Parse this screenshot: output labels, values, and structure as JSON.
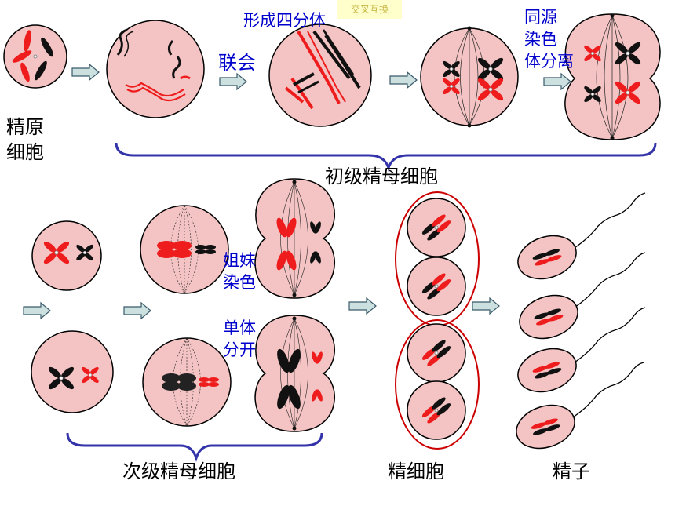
{
  "labels": {
    "spermatogonium": [
      "精原",
      "细胞"
    ],
    "primary_spermatocyte": "初级精母细胞",
    "secondary_spermatocyte": "次级精母细胞",
    "spermatid": "精细胞",
    "sperm": "精子",
    "synapsis": "联会",
    "tetrad": "形成四分体",
    "crossing_over_note": "交叉互换",
    "homolog_separation": [
      "同源",
      "染色",
      "体分离"
    ],
    "sister_separation": [
      "姐妹",
      "染色",
      "单体",
      "分开"
    ]
  },
  "colors": {
    "cell_fill": "#f4c4c4",
    "cell_stroke": "#000000",
    "chrom_red": "#ee1c1c",
    "chrom_black": "#111111",
    "arrow_fill": "#cde0e0",
    "arrow_stroke": "#3a5a6a",
    "brace": "#3333aa",
    "ellipse": "#cc0000",
    "label_blue": "#0000cc"
  }
}
